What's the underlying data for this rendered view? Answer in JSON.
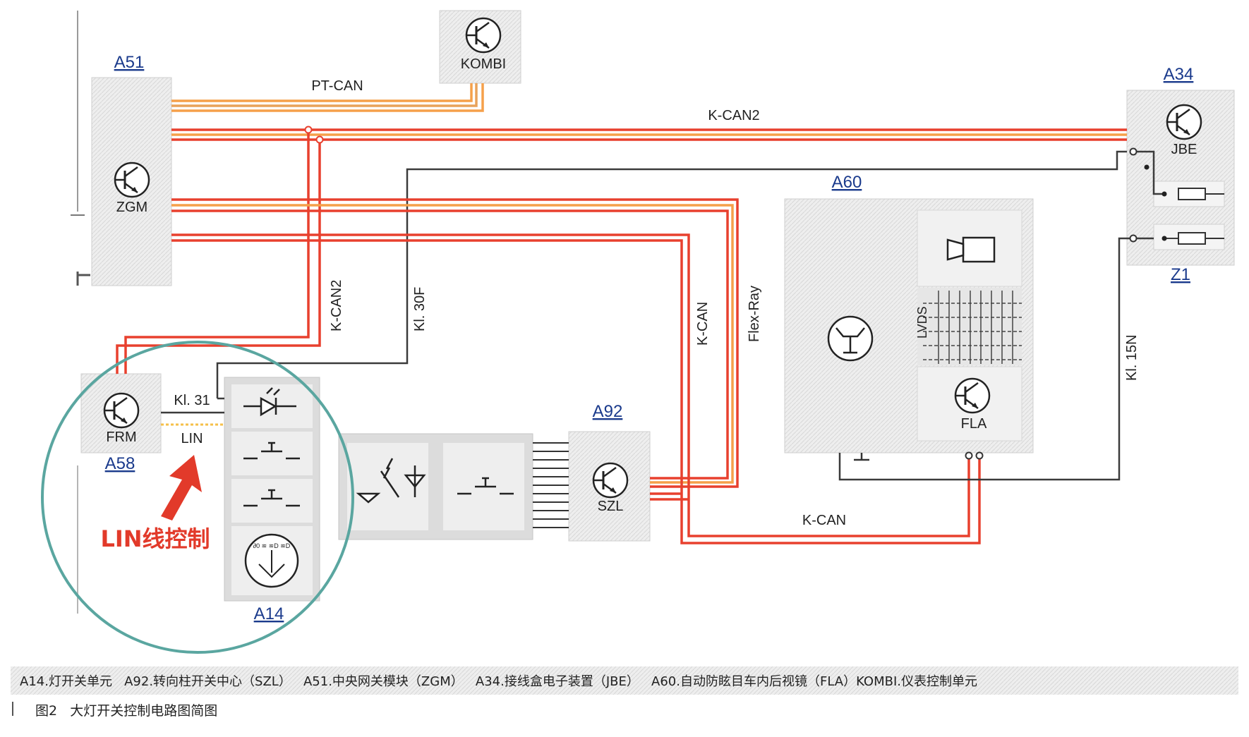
{
  "modules": {
    "a51": {
      "ref": "A51",
      "name": "ZGM"
    },
    "kombi": {
      "name": "KOMBI"
    },
    "a34": {
      "ref": "A34",
      "name": "JBE"
    },
    "z1": {
      "ref": "Z1"
    },
    "a60": {
      "ref": "A60",
      "name": "FLA",
      "lvds": "LVDS"
    },
    "a58": {
      "ref": "A58",
      "name": "FRM"
    },
    "a14": {
      "ref": "A14"
    },
    "a92": {
      "ref": "A92",
      "name": "SZL"
    }
  },
  "wires": {
    "pt_can": "PT-CAN",
    "k_can2_top": "K-CAN2",
    "k_can2_vert": "K-CAN2",
    "kl30f": "Kl. 30F",
    "k_can_vert": "K-CAN",
    "flexray": "Flex-Ray",
    "kl15n": "Kl. 15N",
    "kl31": "Kl. 31",
    "lin": "LIN",
    "k_can_bottom": "K-CAN"
  },
  "annotation": "LIN线控制",
  "legend": "A14.灯开关单元   A92.转向柱开关中心（SZL）   A51.中央网关模块（ZGM）   A34.接线盒电子装置（JBE）   A60.自动防眩目车内后视镜（FLA）KOMBI.仪表控制单元",
  "caption": "图2   大灯开关控制电路图简图",
  "colors": {
    "can_red": "#e8402e",
    "can_orange": "#f5a04a",
    "dark_wire": "#3b3b3b",
    "module_fill": "#ececec",
    "circle": "#5aa6a0",
    "ref_blue": "#1a3a8c",
    "arrow_red": "#e23a2a"
  }
}
